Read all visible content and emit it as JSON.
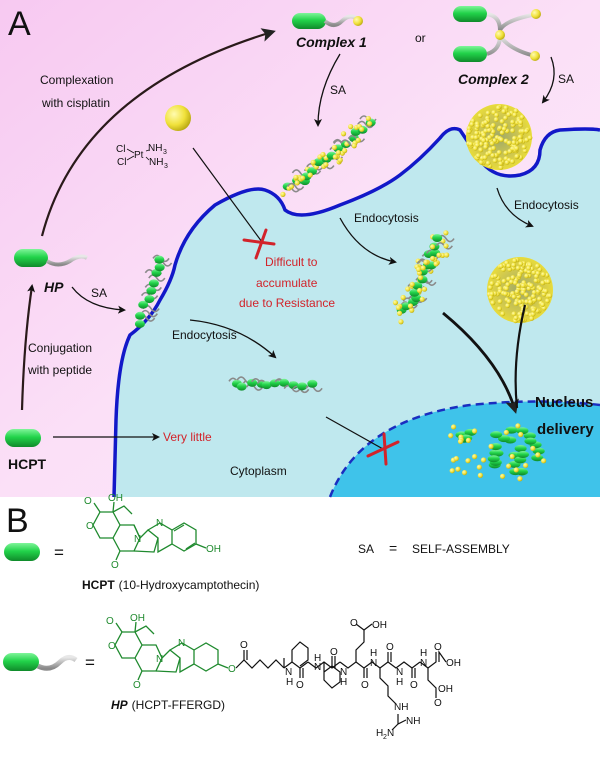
{
  "panel_a": {
    "label": "A",
    "labels": {
      "complexation": [
        "Complexation",
        "with cisplatin"
      ],
      "complex1": "Complex 1",
      "or": "or",
      "complex2": "Complex 2",
      "sa_complex1": "SA",
      "sa_complex2": "SA",
      "sa_hp": "SA",
      "hp": "HP",
      "conjugation": [
        "Conjugation",
        "with peptide"
      ],
      "hcpt": "HCPT",
      "endocytosis_nanofiber": "Endocytosis",
      "endocytosis_sphere": "Endocytosis",
      "endocytosis_hp": "Endocytosis",
      "cytoplasm": "Cytoplasm",
      "nucleus": [
        "Nucleus",
        "delivery"
      ]
    },
    "warnings": {
      "cisplatin": [
        "Difficult to",
        "accumulate",
        "due to Resistance"
      ],
      "hcpt": "Very little"
    },
    "cisplatin_formula": {
      "cl_top": "Cl",
      "cl_bottom": "Cl",
      "pt": "Pt",
      "nh3_top": "NH",
      "nh3_bottom": "NH",
      "sub": "3"
    },
    "colors": {
      "outside_bg": "#f9d4f3",
      "cytoplasm": "#bfe8ee",
      "membrane": "#1218c8",
      "nucleus": "#3fc3ea",
      "nucleus_border": "#1a2ec0",
      "drug_green": "#22d34a",
      "platinum_yellow": "#f2e341",
      "peptide_gray": "#9c9c9c",
      "warning_red": "#d2232a"
    }
  },
  "panel_b": {
    "label": "B",
    "equals": "=",
    "sa_definition": {
      "abbr": "SA",
      "equals": "=",
      "full": "SELF-ASSEMBLY"
    },
    "hcpt": {
      "bold_name": "HCPT",
      "full_name": "(10-Hydroxycamptothecin)",
      "atoms": {
        "o_carbonyl": "O",
        "oh_top": "OH",
        "o_ring": "O",
        "n_ring": "N",
        "n_pyridine": "N",
        "oh_right": "OH",
        "o_lactam": "O"
      }
    },
    "hp": {
      "bold_name": "HP",
      "full_name": "(HCPT-FFERGD)",
      "atoms": {
        "o_carbonyl": "O",
        "oh_top": "OH",
        "o_ring": "O",
        "n_ring": "N",
        "n_pyridine": "N",
        "o_lactam": "O",
        "o_ester": "O",
        "o_ester_dbl": "O",
        "o_linker": "O",
        "nh1": "N",
        "h1": "H",
        "o_phe1": "O",
        "nh2": "N",
        "h2": "H",
        "o_phe2": "O",
        "nh3": "N",
        "h3": "H",
        "glu_acid": "O",
        "glu_oh": "OH",
        "o_glu": "O",
        "nh4": "N",
        "h4": "H",
        "o_arg": "O",
        "nh5": "N",
        "h5": "H",
        "o_gly": "O",
        "nh6": "N",
        "h6": "H",
        "asp_o": "O",
        "asp_oh": "OH",
        "asp_oh2": "OH",
        "asp_o2": "O",
        "arg_nh": "NH",
        "arg_nh_imine": "NH",
        "arg_h2n": "H",
        "arg_h2n_sub": "2",
        "arg_h2n_n": "N"
      }
    }
  }
}
